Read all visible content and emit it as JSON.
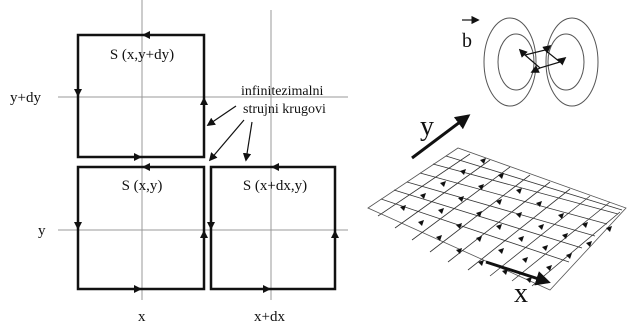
{
  "left_diagram": {
    "loops": [
      {
        "label": "S (x,y+dy)"
      },
      {
        "label": "S (x,y)"
      },
      {
        "label": "S (x+dx,y)"
      }
    ],
    "axis_labels": {
      "x": "x",
      "x_plus_dx": "x+dx",
      "y": "y",
      "y_plus_dy": "y+dy"
    },
    "annotation_line1": "infinitezimalni",
    "annotation_line2": "strujni krugovi"
  },
  "right_diagram": {
    "field_label": "b",
    "axis_y": "y",
    "axis_x": "x"
  }
}
